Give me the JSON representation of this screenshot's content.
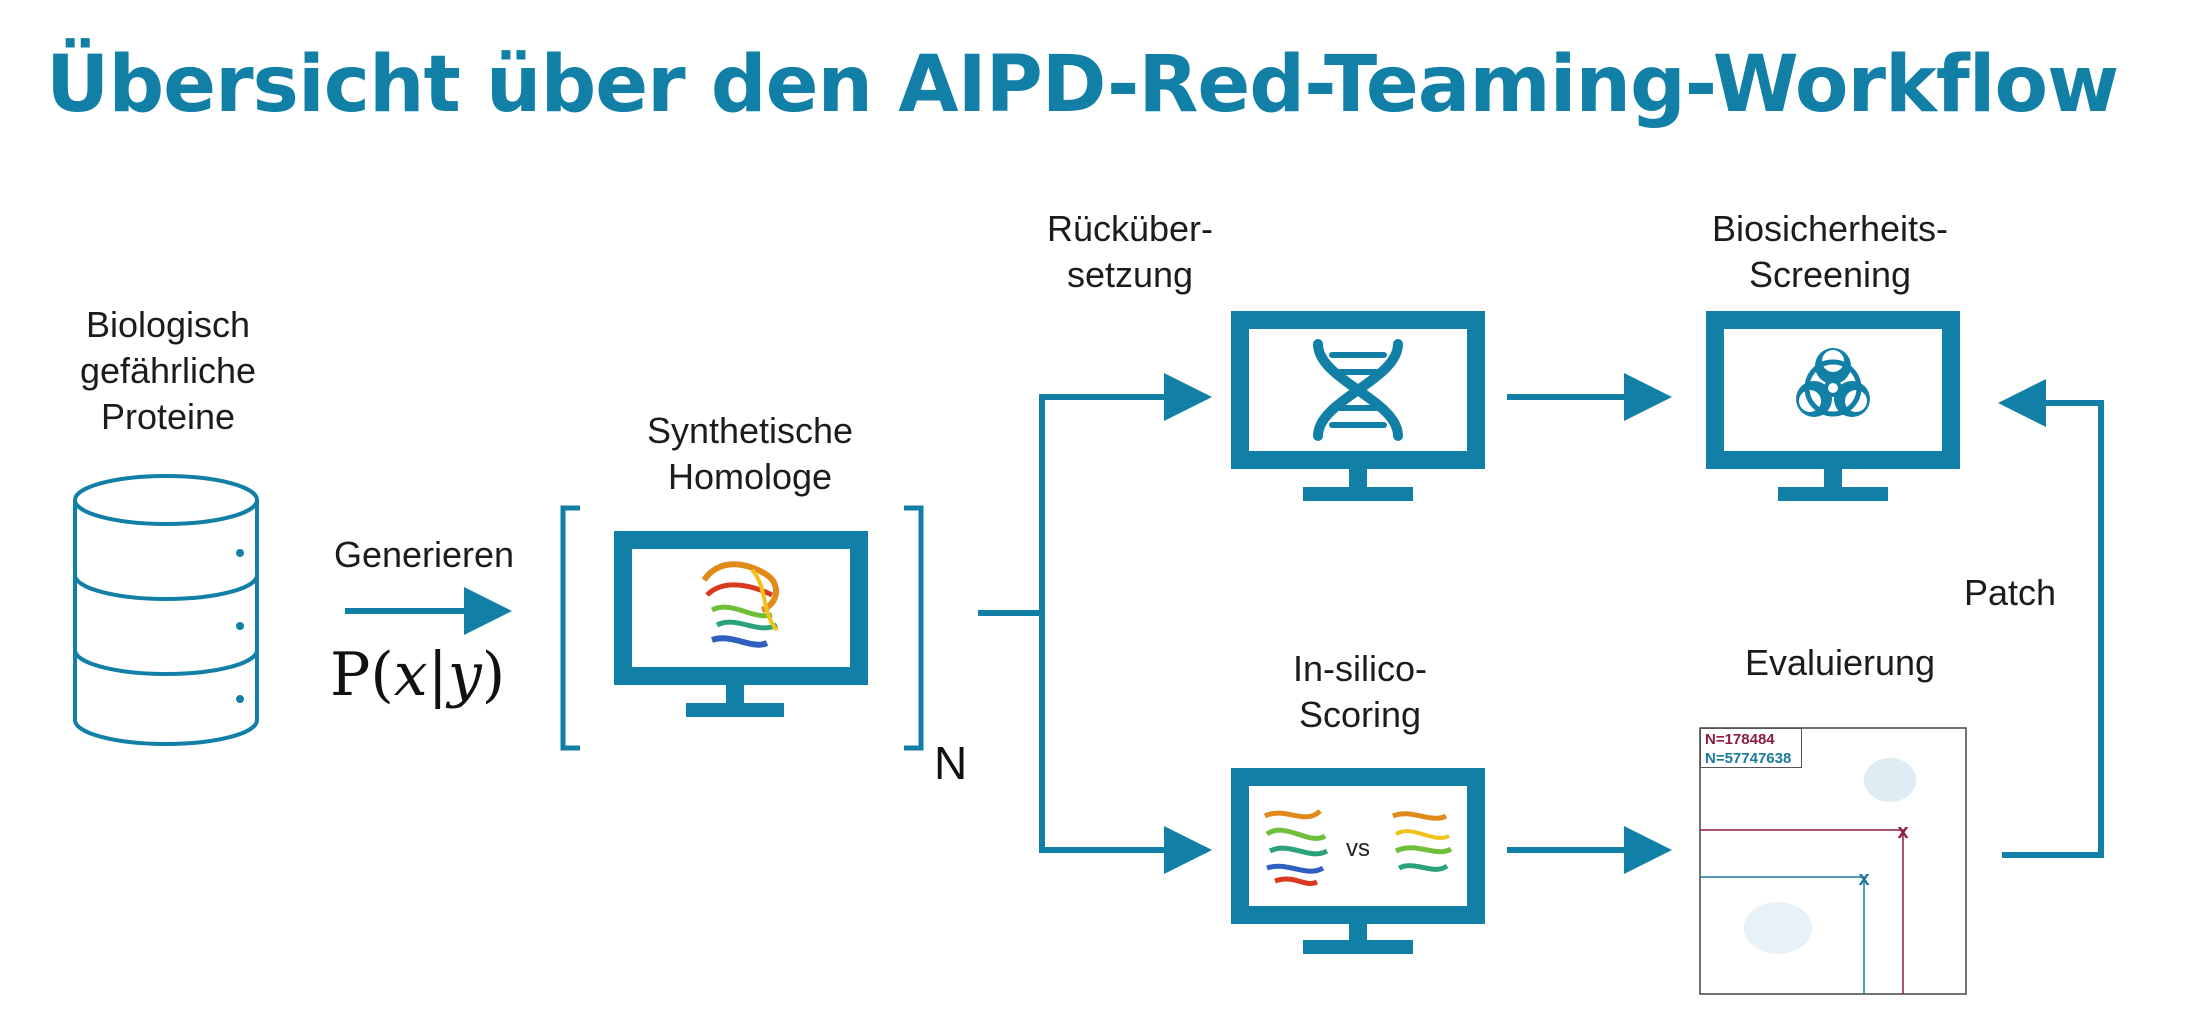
{
  "title": "Übersicht über den AIPD-Red-Teaming-Workflow",
  "colors": {
    "accent": "#117fa6",
    "text": "#1c1c1c",
    "series_a": "#8b1e3f",
    "series_b": "#1a7a9c"
  },
  "database": {
    "label_lines": [
      "Biologisch",
      "gefährliche",
      "Proteine"
    ],
    "icon": "database-icon"
  },
  "generate": {
    "label": "Generieren",
    "formula": {
      "prefix": "P(",
      "x": "x",
      "bar": "|",
      "y": "y",
      "suffix": ")"
    }
  },
  "homologs": {
    "label_lines": [
      "Synthetische",
      "Homologe"
    ],
    "repeat_label": "N",
    "icon": "protein-structure-icon"
  },
  "back_translation": {
    "label_lines": [
      "Rücküber-",
      "setzung"
    ],
    "icon": "dna-icon"
  },
  "screening": {
    "label_lines": [
      "Biosicherheits-",
      "Screening"
    ],
    "icon": "biohazard-icon"
  },
  "scoring": {
    "label_lines": [
      "In-silico-",
      "Scoring"
    ],
    "vs_text": "vs",
    "icon": "protein-compare-icon"
  },
  "evaluation": {
    "label": "Evaluierung",
    "legend": [
      "N=178484",
      "N=57747638"
    ],
    "markers": [
      "x",
      "x"
    ]
  },
  "patch": {
    "label": "Patch"
  }
}
